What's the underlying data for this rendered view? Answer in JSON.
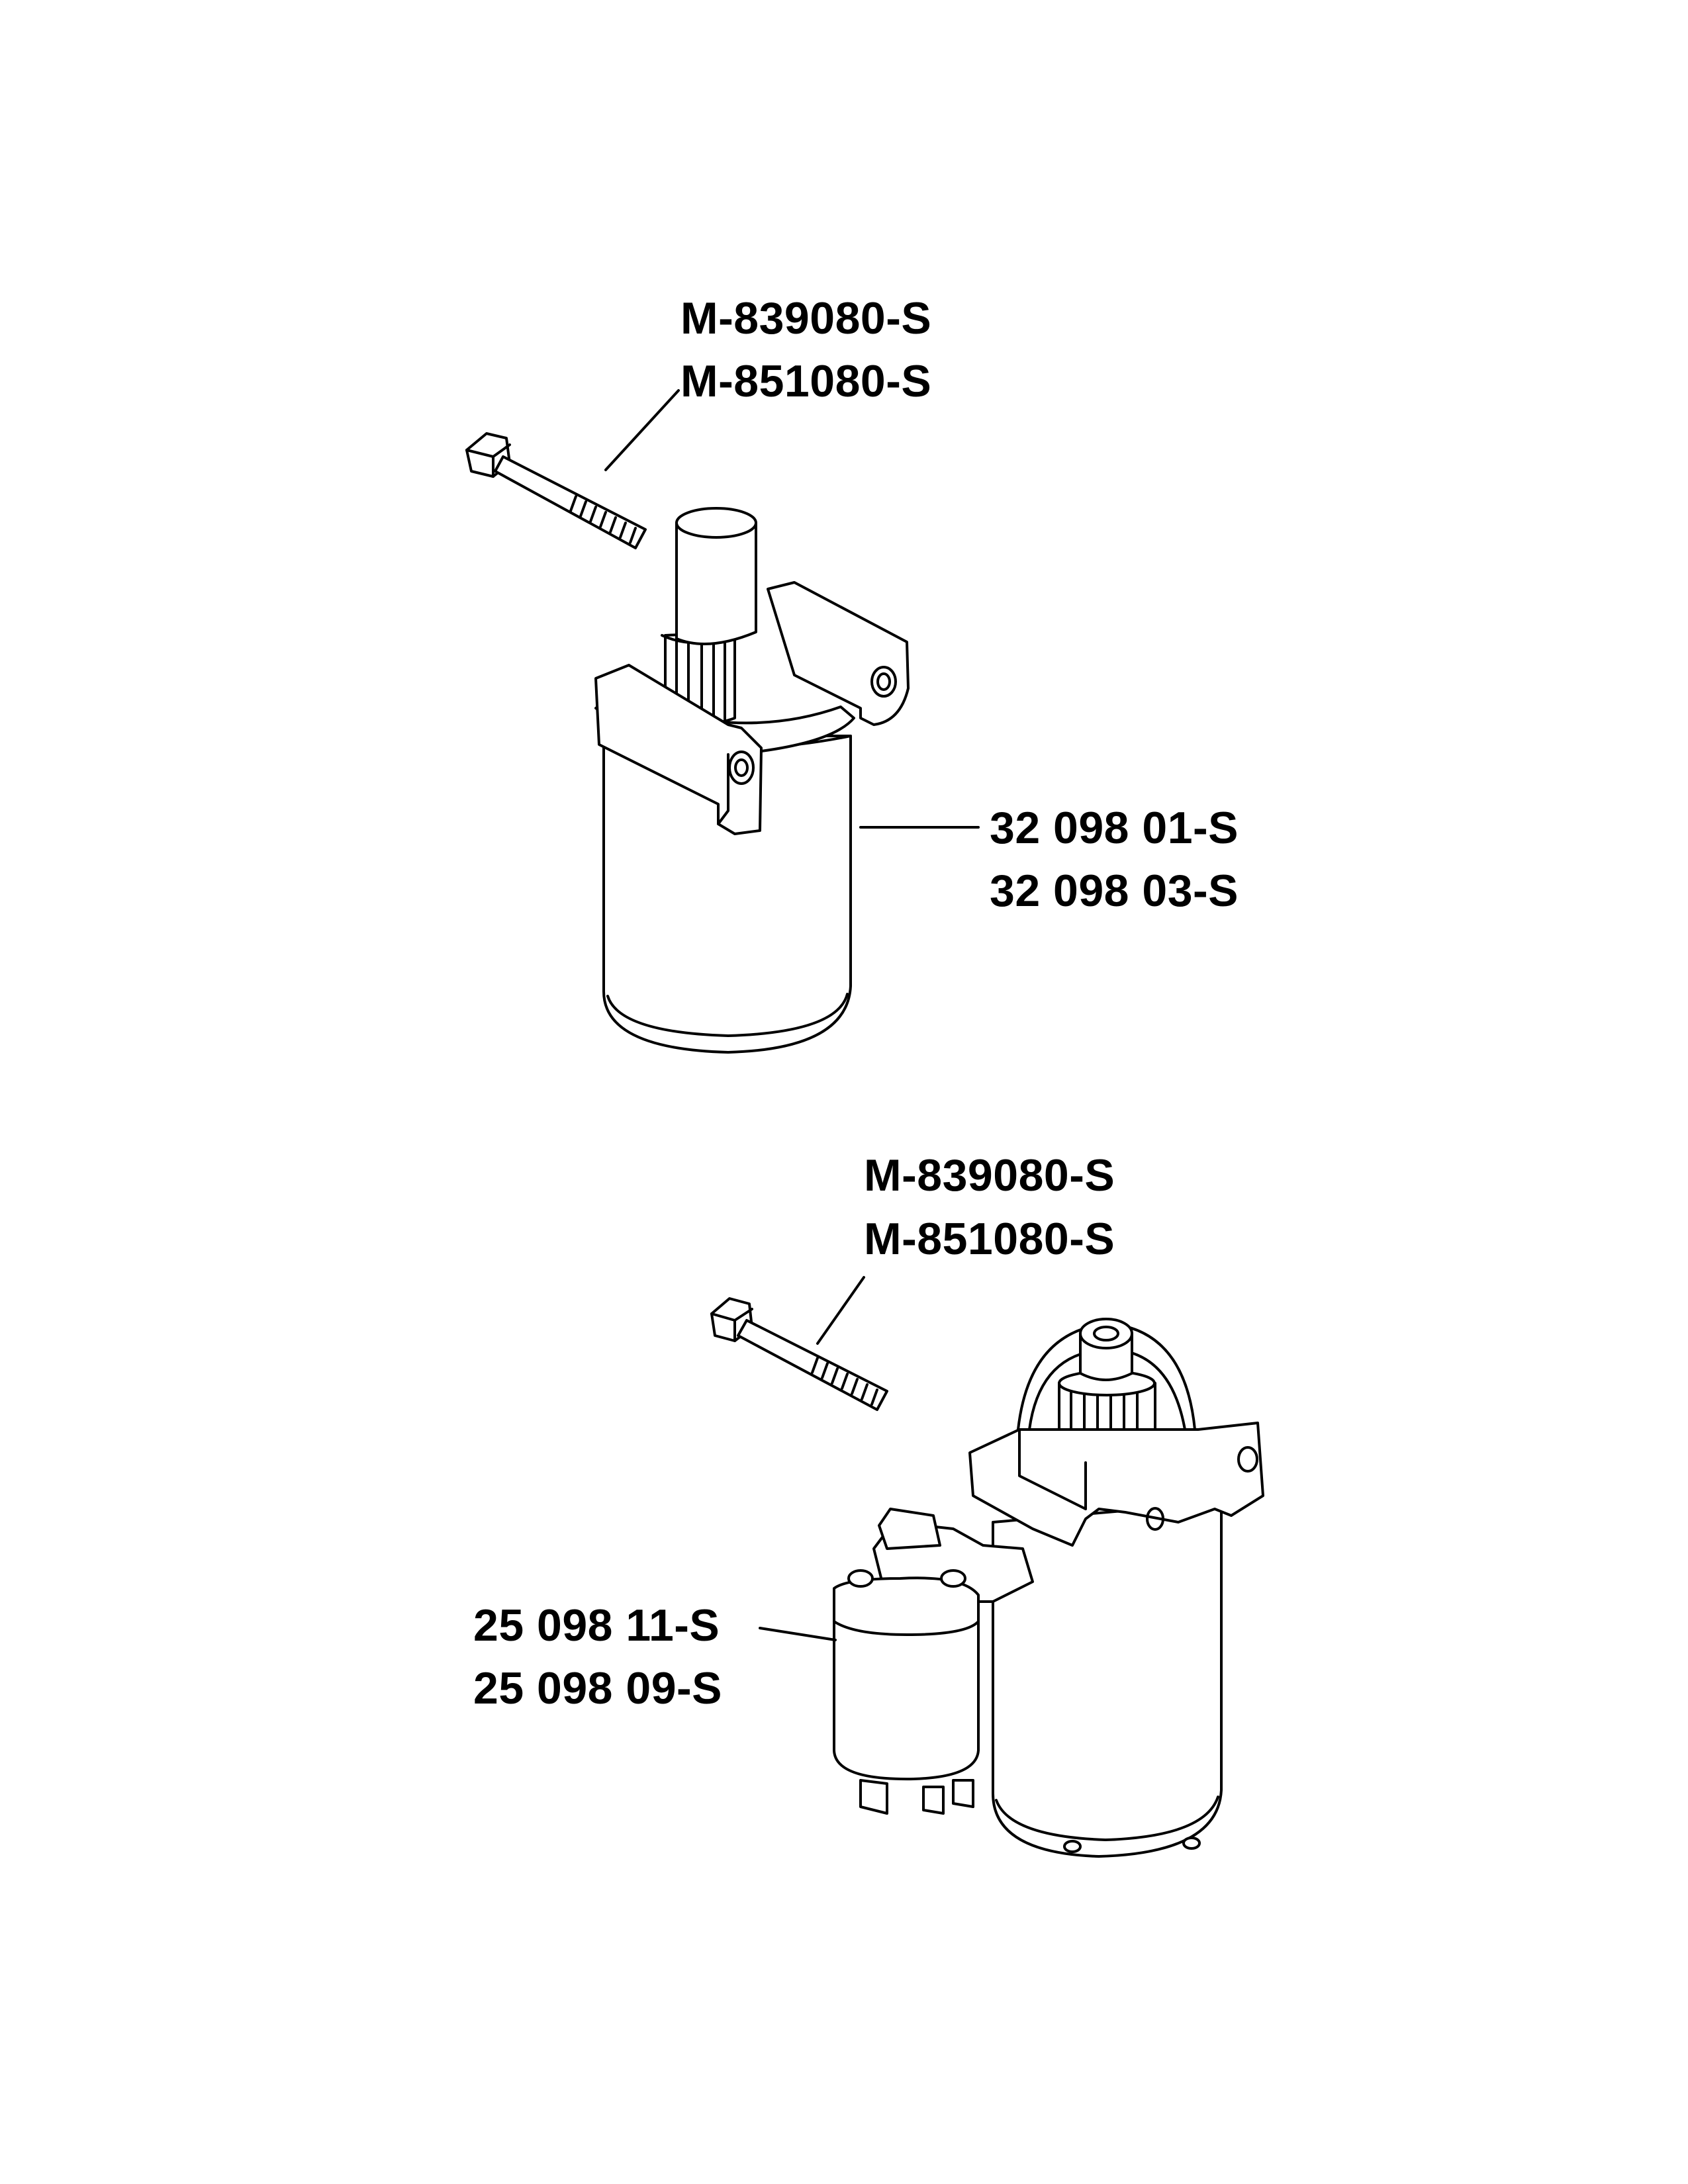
{
  "diagram": {
    "upper_assembly": {
      "bolt_part_numbers": [
        "M-839080-S",
        "M-851080-S"
      ],
      "starter_part_numbers": [
        "32 098 01-S",
        "32 098 03-S"
      ]
    },
    "lower_assembly": {
      "bolt_part_numbers": [
        "M-839080-S",
        "M-851080-S"
      ],
      "solenoid_part_numbers": [
        "25 098 11-S",
        "25 098 09-S"
      ]
    }
  }
}
